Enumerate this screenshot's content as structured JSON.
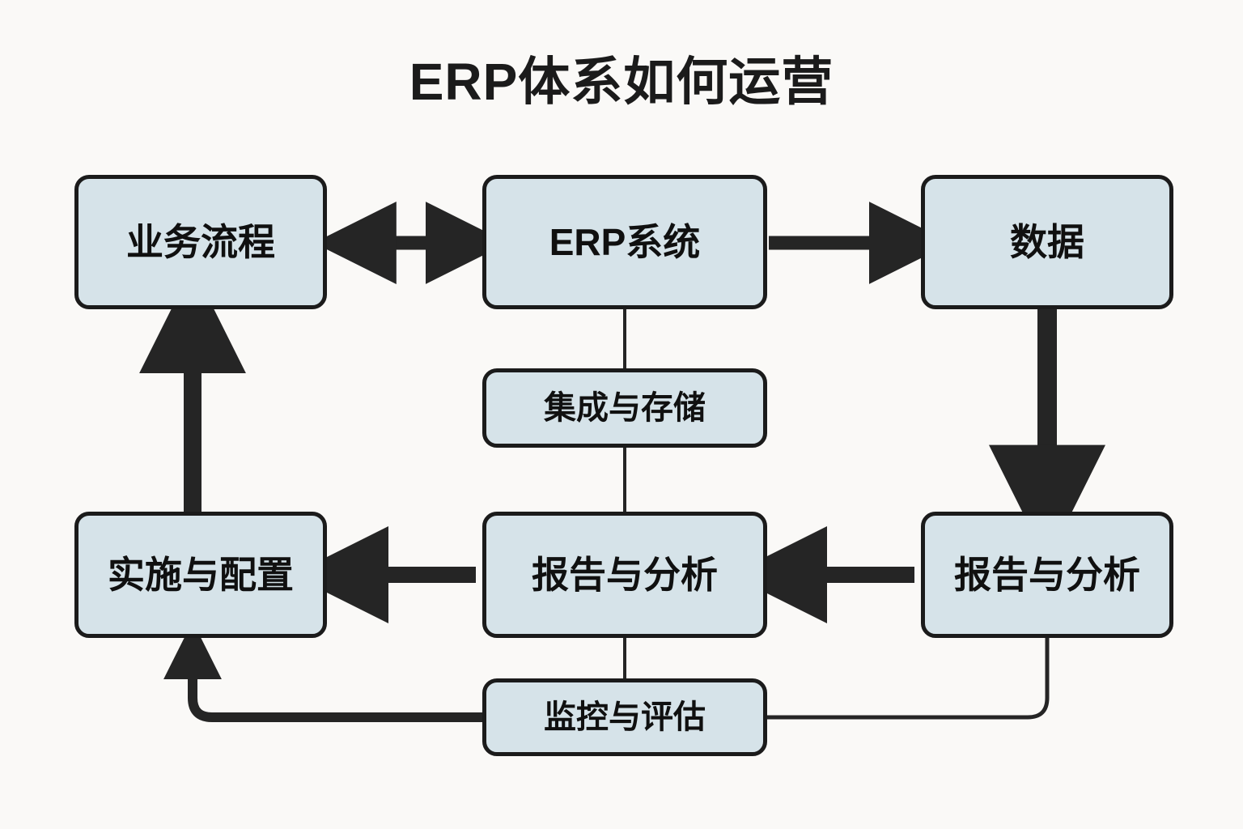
{
  "diagram": {
    "title": "ERP体系如何运营",
    "type": "flowchart",
    "background_color": "#faf9f7",
    "node_fill_color": "#d6e3e9",
    "node_border_color": "#1b1b1b",
    "arrow_color": "#252525",
    "nodes": [
      {
        "id": "business",
        "label": "业务流程",
        "row": 1,
        "column": "left"
      },
      {
        "id": "erp",
        "label": "ERP系统",
        "row": 1,
        "column": "center"
      },
      {
        "id": "data",
        "label": "数据",
        "row": 1,
        "column": "right"
      },
      {
        "id": "storage",
        "label": "集成与存储",
        "row": 2,
        "column": "center"
      },
      {
        "id": "implement",
        "label": "实施与配置",
        "row": 3,
        "column": "left"
      },
      {
        "id": "report_mid",
        "label": "报告与分析",
        "row": 3,
        "column": "center"
      },
      {
        "id": "report_rt",
        "label": "报告与分析",
        "row": 3,
        "column": "right"
      },
      {
        "id": "monitor",
        "label": "监控与评估",
        "row": 4,
        "column": "center"
      }
    ],
    "edges": [
      {
        "from": "business",
        "to": "erp",
        "style": "bidirectional-thick",
        "direction": "horizontal"
      },
      {
        "from": "erp",
        "to": "data",
        "style": "arrow-thick",
        "direction": "right"
      },
      {
        "from": "erp",
        "to": "storage",
        "style": "line-thin",
        "direction": "down"
      },
      {
        "from": "data",
        "to": "report_rt",
        "style": "arrow-thick",
        "direction": "down"
      },
      {
        "from": "storage",
        "to": "report_mid",
        "style": "line-thin",
        "direction": "down"
      },
      {
        "from": "report_rt",
        "to": "report_mid",
        "style": "arrow-thick",
        "direction": "left"
      },
      {
        "from": "report_mid",
        "to": "implement",
        "style": "arrow-thick",
        "direction": "left"
      },
      {
        "from": "implement",
        "to": "business",
        "style": "arrow-thick",
        "direction": "up"
      },
      {
        "from": "report_mid",
        "to": "monitor",
        "style": "line-thin",
        "direction": "down"
      },
      {
        "from": "monitor",
        "to": "implement",
        "style": "arrow-thick-elbow",
        "direction": "left-up"
      },
      {
        "from": "monitor",
        "to": "report_rt",
        "style": "line-thin-elbow",
        "direction": "right-up"
      }
    ]
  }
}
